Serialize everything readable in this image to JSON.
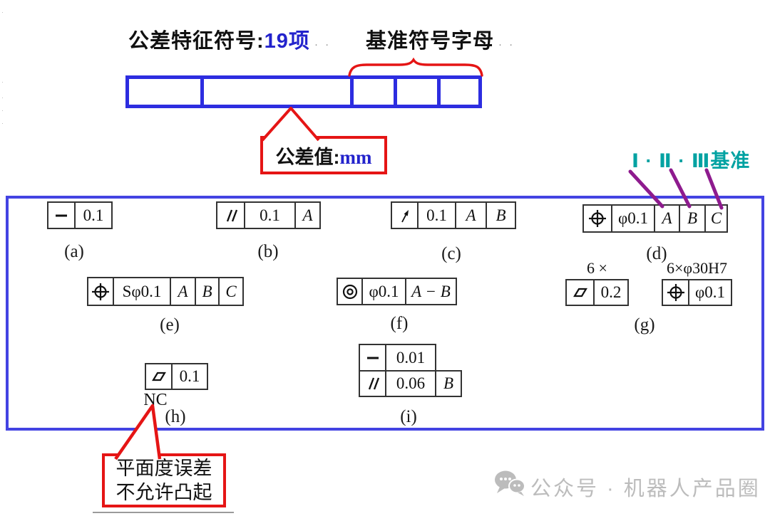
{
  "header": {
    "title1_black": "公差特征符号:",
    "title1_blue": "19项",
    "title1_dots": "· ·",
    "title2": "基准符号字母",
    "title2_dots": "· ·"
  },
  "callout_tolerance": {
    "label_black": "公差值:",
    "label_blue": "mm"
  },
  "datum_note": {
    "text": "Ⅰ · Ⅱ · Ⅲ基准"
  },
  "frames": {
    "a": {
      "label": "(a)",
      "symbol": "straightness",
      "cells": [
        "0.1"
      ]
    },
    "b": {
      "label": "(b)",
      "symbol": "parallelism",
      "cells": [
        "0.1",
        "A"
      ]
    },
    "c": {
      "label": "(c)",
      "symbol": "circular-runout",
      "cells": [
        "0.1",
        "A",
        "B"
      ]
    },
    "d": {
      "label": "(d)",
      "symbol": "position",
      "cells": [
        "φ0.1",
        "A",
        "B",
        "C"
      ]
    },
    "e": {
      "label": "(e)",
      "symbol": "position",
      "cells": [
        "Sφ0.1",
        "A",
        "B",
        "C"
      ]
    },
    "f": {
      "label": "(f)",
      "symbol": "concentricity",
      "cells": [
        "φ0.1",
        "A − B"
      ]
    },
    "g": {
      "label": "(g)",
      "left_note": "6 ×",
      "left_symbol": "flatness",
      "left_cells": [
        "0.2"
      ],
      "right_note": "6×φ30H7",
      "right_symbol": "position",
      "right_cells": [
        "φ0.1"
      ]
    },
    "h": {
      "label": "(h)",
      "symbol": "flatness",
      "cells": [
        "0.1"
      ],
      "note": "NC"
    },
    "i": {
      "label": "(i)",
      "top_symbol": "straightness",
      "top_cells": [
        "0.01"
      ],
      "bottom_symbol": "parallelism",
      "bottom_cells": [
        "0.06",
        "B"
      ]
    }
  },
  "callout_flatness": {
    "line1": "平面度误差",
    "line2": "不允许凸起"
  },
  "watermark": {
    "text": "公众号 · 机器人产品圈"
  },
  "colors": {
    "top_frame_blue": "#2d2de0",
    "outer_rect_blue": "#4343e2",
    "callout_red": "#e51515",
    "datum_line_purple": "#8e1b8e",
    "datum_text_teal": "#00a2a2",
    "highlight_blue_text": "#2323cc",
    "watermark_gray": "#bcbcbc"
  }
}
